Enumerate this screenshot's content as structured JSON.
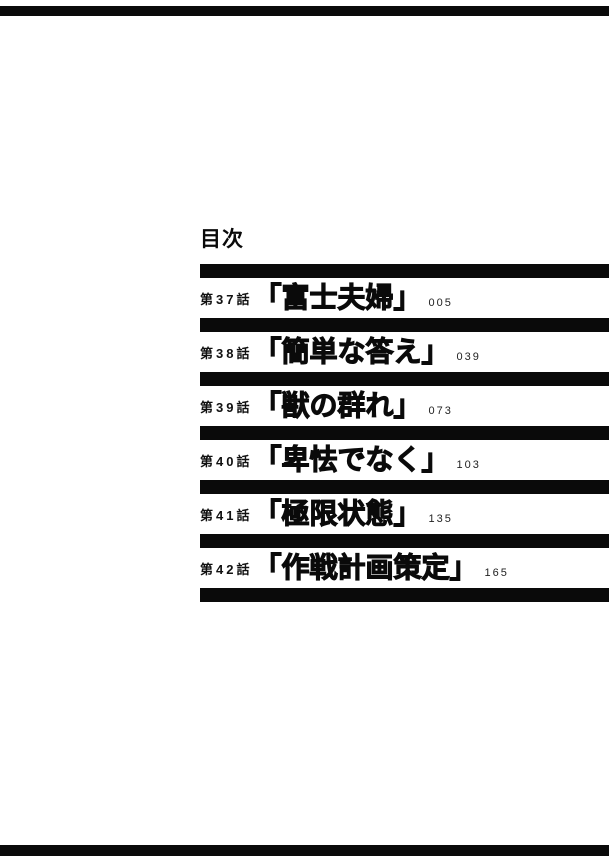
{
  "toc": {
    "heading": "目次",
    "entries": [
      {
        "chapter": "第37話",
        "title": "「富士夫婦」",
        "page": "005"
      },
      {
        "chapter": "第38話",
        "title": "「簡単な答え」",
        "page": "039"
      },
      {
        "chapter": "第39話",
        "title": "「獣の群れ」",
        "page": "073"
      },
      {
        "chapter": "第40話",
        "title": "「卑怯でなく」",
        "page": "103"
      },
      {
        "chapter": "第41話",
        "title": "「極限状態」",
        "page": "135"
      },
      {
        "chapter": "第42話",
        "title": "「作戦計画策定」",
        "page": "165"
      }
    ]
  }
}
